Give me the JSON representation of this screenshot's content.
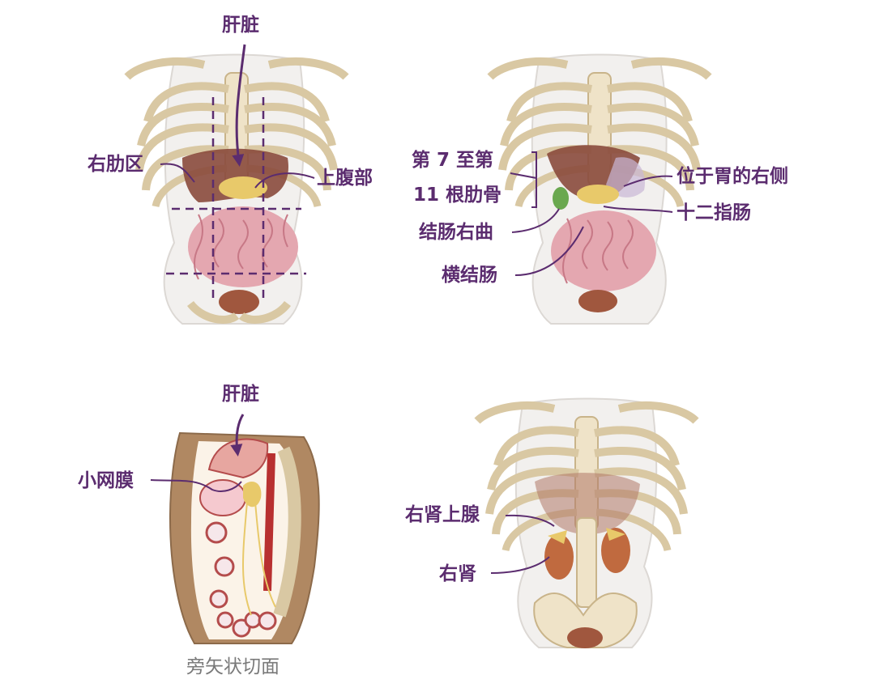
{
  "panels": {
    "front_liver": {
      "arrow_label": "肝脏",
      "left_label": "右肋区",
      "right_label": "上腹部"
    },
    "front_colon": {
      "rib_label_line1": "第 7 至第",
      "rib_label_line2": "11 根肋骨",
      "flexure_label": "结肠右曲",
      "transverse_label": "横结肠",
      "stomach_side_label": "位于胃的右侧",
      "duodenum_label": "十二指肠"
    },
    "sagittal": {
      "arrow_label": "肝脏",
      "omentum_label": "小网膜",
      "caption": "旁矢状切面"
    },
    "posterior": {
      "adrenal_label": "右肾上腺",
      "kidney_label": "右肾"
    }
  },
  "colors": {
    "label": "#5b2c6f",
    "caption": "#7a7a7a",
    "bone": "#efe3c8",
    "liver": "#8a4a3c",
    "intestine": "#e4a7b0"
  }
}
